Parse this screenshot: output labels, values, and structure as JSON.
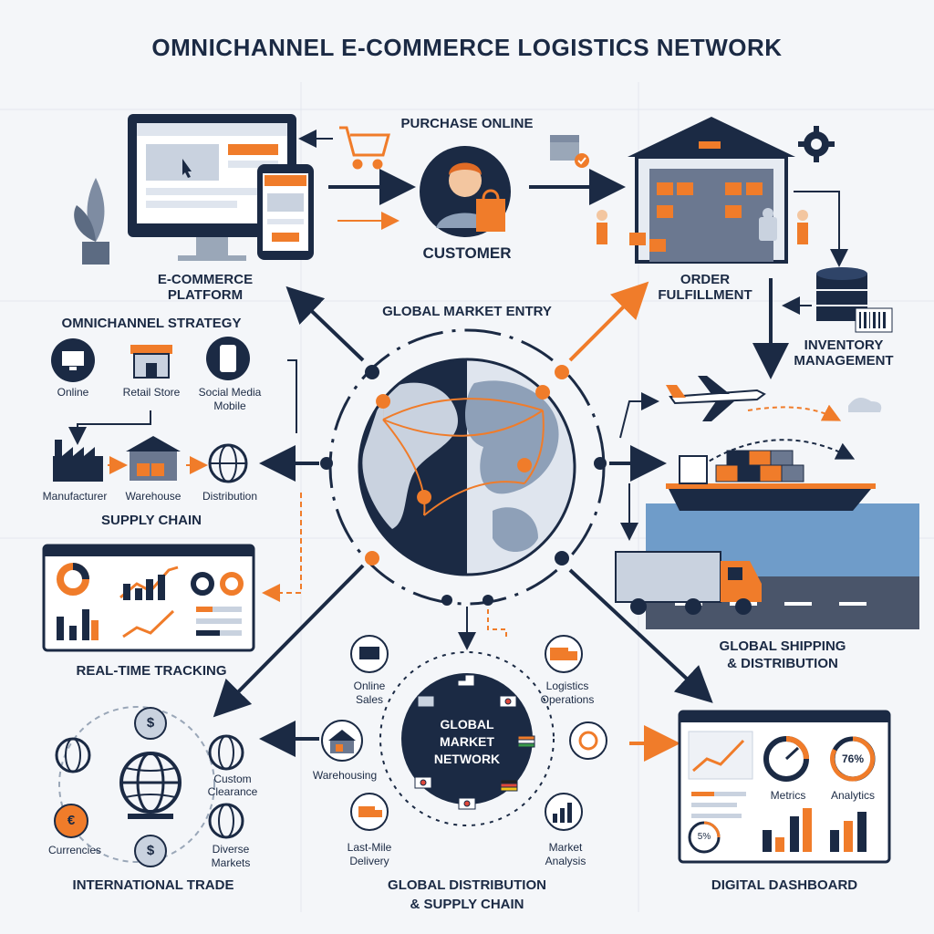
{
  "title": "OMNICHANNEL E-COMMERCE LOGISTICS NETWORK",
  "top": {
    "purchase_online": "PURCHASE ONLINE",
    "customer": "CUSTOMER",
    "ecommerce_platform": "E-COMMERCE PLATFORM",
    "global_market_entry": "GLOBAL MARKET ENTRY",
    "order_fulfillment": "ORDER FULFILLMENT",
    "inventory_management": "INVENTORY MANAGEMENT"
  },
  "left": {
    "omnichannel_strategy": "OMNICHANNEL STRATEGY",
    "online": "Online",
    "retail_store": "Retail Store",
    "social_media": "Social Media",
    "mobile": "Mobile",
    "manufacturer": "Manufacturer",
    "warehouse": "Warehouse",
    "distribution": "Distribution",
    "supply_chain": "SUPPLY CHAIN",
    "real_time_tracking": "REAL-TIME TRACKING"
  },
  "right": {
    "global_shipping": "GLOBAL SHIPPING",
    "and_distribution": "& DISTRIBUTION",
    "metrics": "Metrics",
    "analytics": "Analytics",
    "gauge_value": "76%",
    "pie_value": "5%",
    "digital_dashboard": "DIGITAL DASHBOARD"
  },
  "bottom": {
    "online_sales_1": "Online",
    "online_sales_2": "Sales",
    "logistics_1": "Logistics",
    "logistics_2": "Operations",
    "network_1": "GLOBAL",
    "network_2": "MARKET",
    "network_3": "NETWORK",
    "warehousing": "Warehousing",
    "last_mile_1": "Last-Mile",
    "last_mile_2": "Delivery",
    "market_analysis_1": "Market",
    "market_analysis_2": "Analysis",
    "global_distribution_1": "GLOBAL DISTRIBUTION",
    "global_distribution_2": "& SUPPLY CHAIN"
  },
  "trade": {
    "custom_1": "Custom",
    "custom_2": "Clearance",
    "currencies": "Currencies",
    "diverse_1": "Diverse",
    "diverse_2": "Markets",
    "international_trade": "INTERNATIONAL TRADE",
    "dollar": "$",
    "euro": "€"
  },
  "colors": {
    "navy": "#1b2a44",
    "orange": "#f07c2a",
    "light": "#e6ebf2",
    "sea": "#6f9cc9"
  }
}
